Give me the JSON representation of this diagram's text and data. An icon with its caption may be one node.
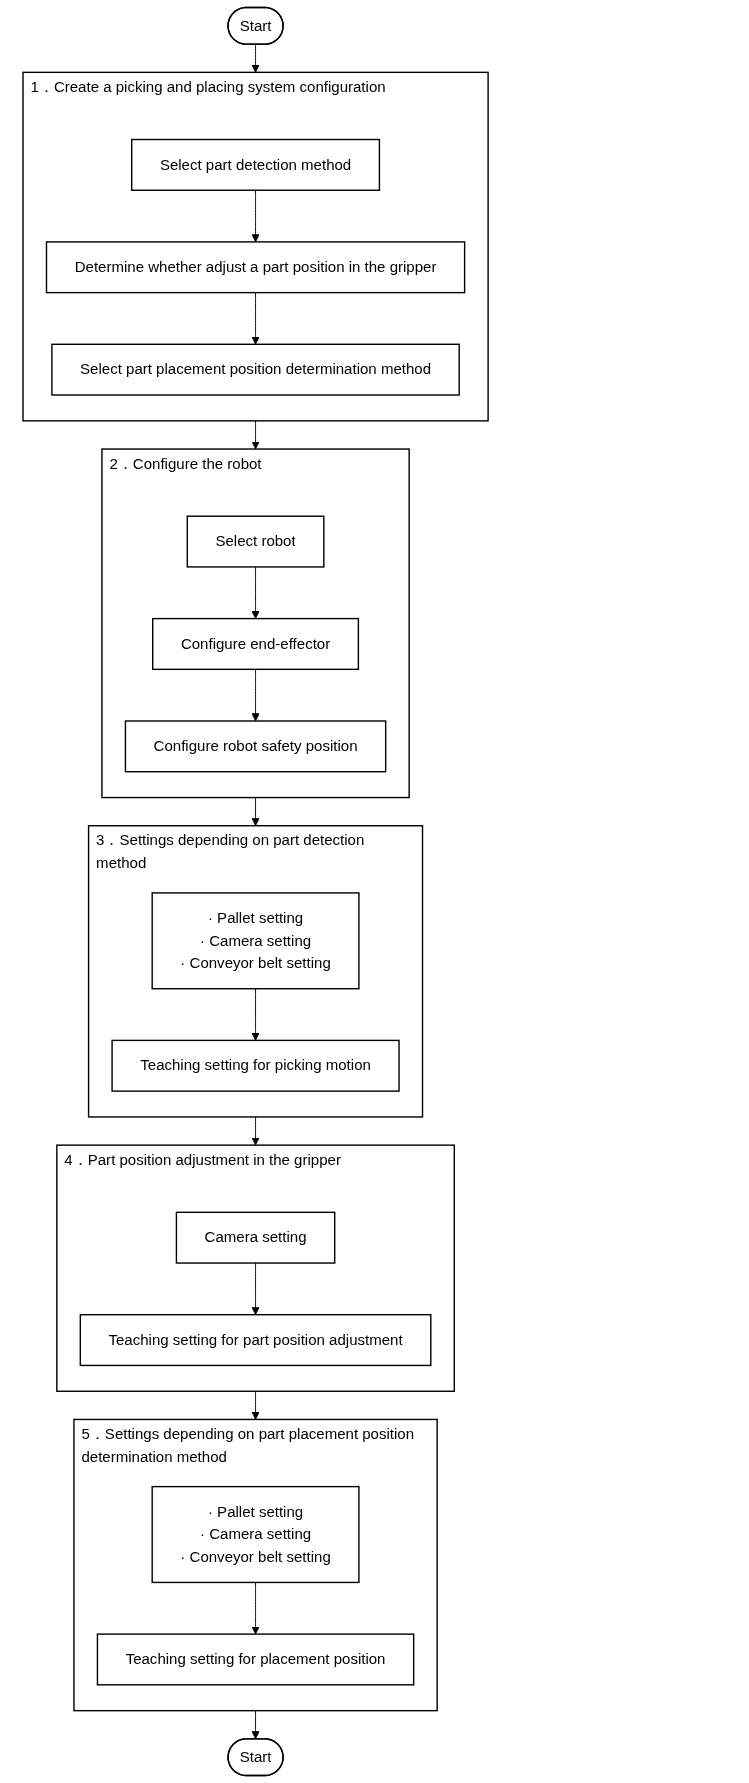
{
  "diagram": {
    "nodes": [
      {
        "text": [
          "Start"
        ]
      },
      {
        "text": [
          "1．Create a picking and placing system configuration"
        ]
      },
      {
        "text": [
          "Select part detection method"
        ],
        "in": 1
      },
      {
        "text": [
          "Determine whether adjust a part position in the gripper"
        ],
        "in": 1
      },
      {
        "text": [
          "Select part placement position determination method"
        ],
        "in": 1
      },
      {
        "text": [
          "2．Configure the robot"
        ]
      },
      {
        "text": [
          "Select robot"
        ],
        "in": 5
      },
      {
        "text": [
          "Configure end-effector"
        ],
        "in": 5
      },
      {
        "text": [
          "Configure robot safety position"
        ],
        "in": 5
      },
      {
        "text": [
          "3．Settings depending on part detection method"
        ]
      },
      {
        "text": [
          "· Pallet setting",
          "· Camera setting",
          "· Conveyor belt setting"
        ],
        "in": 9
      },
      {
        "text": [
          "Teaching setting for picking motion"
        ],
        "in": 9
      },
      {
        "text": [
          "4．Part position adjustment in the gripper"
        ]
      },
      {
        "text": [
          "Camera setting"
        ],
        "in": 12
      },
      {
        "text": [
          "Teaching setting for part position adjustment"
        ],
        "in": 12
      },
      {
        "text": [
          "5．Settings depending on part placement position determination method"
        ]
      },
      {
        "text": [
          "· Pallet setting",
          "· Camera setting",
          "· Conveyor belt setting"
        ],
        "in": 15
      },
      {
        "text": [
          "Teaching setting for placement position"
        ],
        "in": 15
      },
      {
        "text": [
          "Start"
        ]
      }
    ],
    "edges": [
      {
        "from": 0,
        "to": 1,
        "arrow": "to"
      },
      {
        "from": 2,
        "to": 3,
        "arrow": "to"
      },
      {
        "from": 3,
        "to": 4,
        "arrow": "to"
      },
      {
        "from": 1,
        "to": 5,
        "arrow": "to"
      },
      {
        "from": 6,
        "to": 7,
        "arrow": "to"
      },
      {
        "from": 7,
        "to": 8,
        "arrow": "to"
      },
      {
        "from": 5,
        "to": 9,
        "arrow": "to"
      },
      {
        "from": 10,
        "to": 11,
        "arrow": "to"
      },
      {
        "from": 9,
        "to": 12,
        "arrow": "to"
      },
      {
        "from": 13,
        "to": 14,
        "arrow": "to"
      },
      {
        "from": 12,
        "to": 15,
        "arrow": "to"
      },
      {
        "from": 16,
        "to": 17,
        "arrow": "to"
      },
      {
        "from": 15,
        "to": 18,
        "arrow": "to"
      }
    ]
  }
}
